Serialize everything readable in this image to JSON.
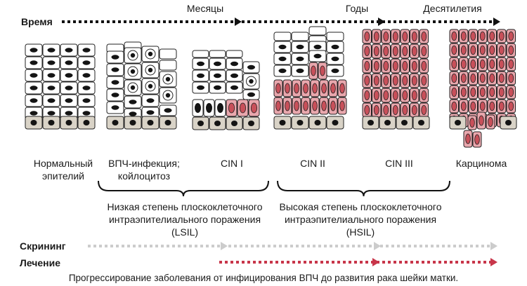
{
  "timeline": {
    "time_label": "Время",
    "months_label": "Месяцы",
    "years_label": "Годы",
    "decades_label": "Десятилетия"
  },
  "stages": [
    {
      "line1": "Нормальный",
      "line2": "эпителий"
    },
    {
      "line1": "ВПЧ-инфекция;",
      "line2": "койлоцитоз"
    },
    {
      "line1": "CIN I",
      "line2": ""
    },
    {
      "line1": "CIN II",
      "line2": ""
    },
    {
      "line1": "CIN III",
      "line2": ""
    },
    {
      "line1": "Карцинома",
      "line2": ""
    }
  ],
  "groups": {
    "lsil": {
      "line1": "Низкая степень плоскоклеточного",
      "line2": "интраэпителиального поражения",
      "line3": "(LSIL)"
    },
    "hsil": {
      "line1": "Высокая степень плоскоклеточного",
      "line2": "интраэпителиального поражения",
      "line3": "(HSIL)"
    }
  },
  "screening_label": "Скрининг",
  "treatment_label": "Лечение",
  "caption": "Прогрессирование заболевания от инфицирования ВПЧ до развития рака шейки матки.",
  "colors": {
    "normal_cell": "#ffffff",
    "dysplastic_cell": "#e9a7ad",
    "dysplastic_nucleus": "#c8505a",
    "basal_cell": "#d9d3c7",
    "nucleus": "#141414",
    "screening_arrow": "#cccccc",
    "treatment_arrow": "#c8364a"
  }
}
